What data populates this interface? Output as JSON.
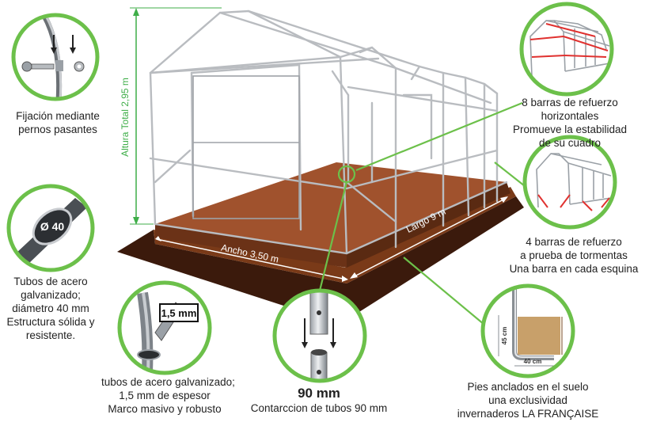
{
  "colors": {
    "ring_green": "#6cc04a",
    "dim_green": "#3fae49",
    "floor_brown": "#a0522d",
    "floor_dark": "#5a2a12",
    "frame_grey": "#b9bcc0",
    "red_bar": "#e0312f"
  },
  "dimensions": {
    "height_label": "Altura Total 2,95 m",
    "width_label": "Ancho 3,50 m",
    "length_label": "Largo 9 m"
  },
  "callouts": {
    "bolts": {
      "icon": "bolt-detail-icon",
      "lines": [
        "Fijación mediante",
        "pernos pasantes"
      ]
    },
    "tube_diameter": {
      "badge": "Ø 40",
      "lines": [
        "Tubos de acero",
        "galvanizado;",
        "diámetro 40 mm",
        "Estructura sólida y",
        "resistente."
      ]
    },
    "thickness": {
      "badge": "1,5 mm",
      "lines": [
        "tubos de acero galvanizado;",
        "1,5 mm de espesor",
        "Marco masivo y robusto"
      ]
    },
    "contraction": {
      "title": "90 mm",
      "lines": [
        "Contarccion de tubos 90 mm"
      ]
    },
    "anchors": {
      "dim_height": "45 cm",
      "dim_width": "40 cm",
      "lines": [
        "Pies anclados en el suelo",
        "una exclusividad",
        "invernaderos LA FRANÇAISE"
      ]
    },
    "horizontal_bars": {
      "lines": [
        "8 barras de refuerzo",
        "horizontales",
        "Promueve la estabilidad",
        "de su cuadro"
      ]
    },
    "storm_bars": {
      "lines": [
        "4 barras de refuerzo",
        "a prueba de tormentas",
        "Una barra en cada esquina"
      ]
    }
  }
}
